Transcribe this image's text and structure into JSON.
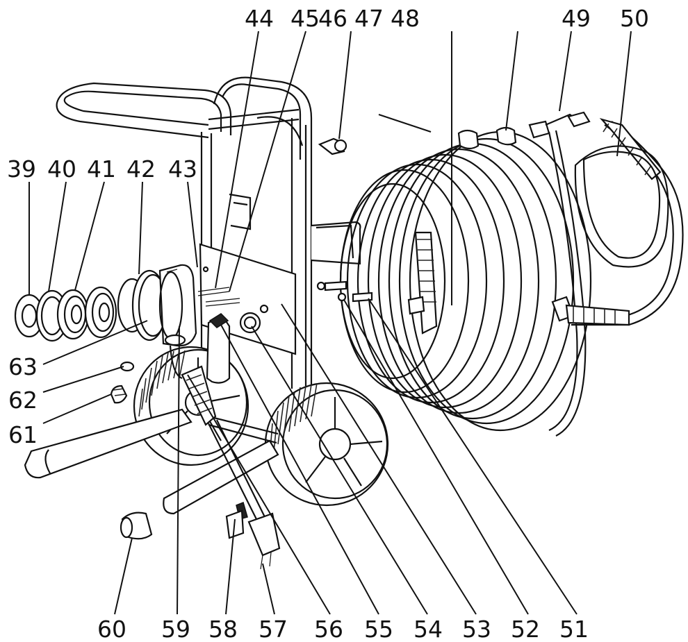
{
  "callouts": [
    {
      "id": "39",
      "label": "39"
    },
    {
      "id": "40",
      "label": "40"
    },
    {
      "id": "41",
      "label": "41"
    },
    {
      "id": "42",
      "label": "42"
    },
    {
      "id": "43",
      "label": "43"
    },
    {
      "id": "44",
      "label": "44"
    },
    {
      "id": "45",
      "label": "45"
    },
    {
      "id": "46",
      "label": "46"
    },
    {
      "id": "47",
      "label": "47"
    },
    {
      "id": "48",
      "label": "48"
    },
    {
      "id": "49",
      "label": "49"
    },
    {
      "id": "50",
      "label": "50"
    },
    {
      "id": "51",
      "label": "51"
    },
    {
      "id": "52",
      "label": "52"
    },
    {
      "id": "53",
      "label": "53"
    },
    {
      "id": "54",
      "label": "54"
    },
    {
      "id": "55",
      "label": "55"
    },
    {
      "id": "56",
      "label": "56"
    },
    {
      "id": "57",
      "label": "57"
    },
    {
      "id": "58",
      "label": "58"
    },
    {
      "id": "59",
      "label": "59"
    },
    {
      "id": "60",
      "label": "60"
    },
    {
      "id": "61",
      "label": "61"
    },
    {
      "id": "62",
      "label": "62"
    },
    {
      "id": "63",
      "label": "63"
    }
  ]
}
